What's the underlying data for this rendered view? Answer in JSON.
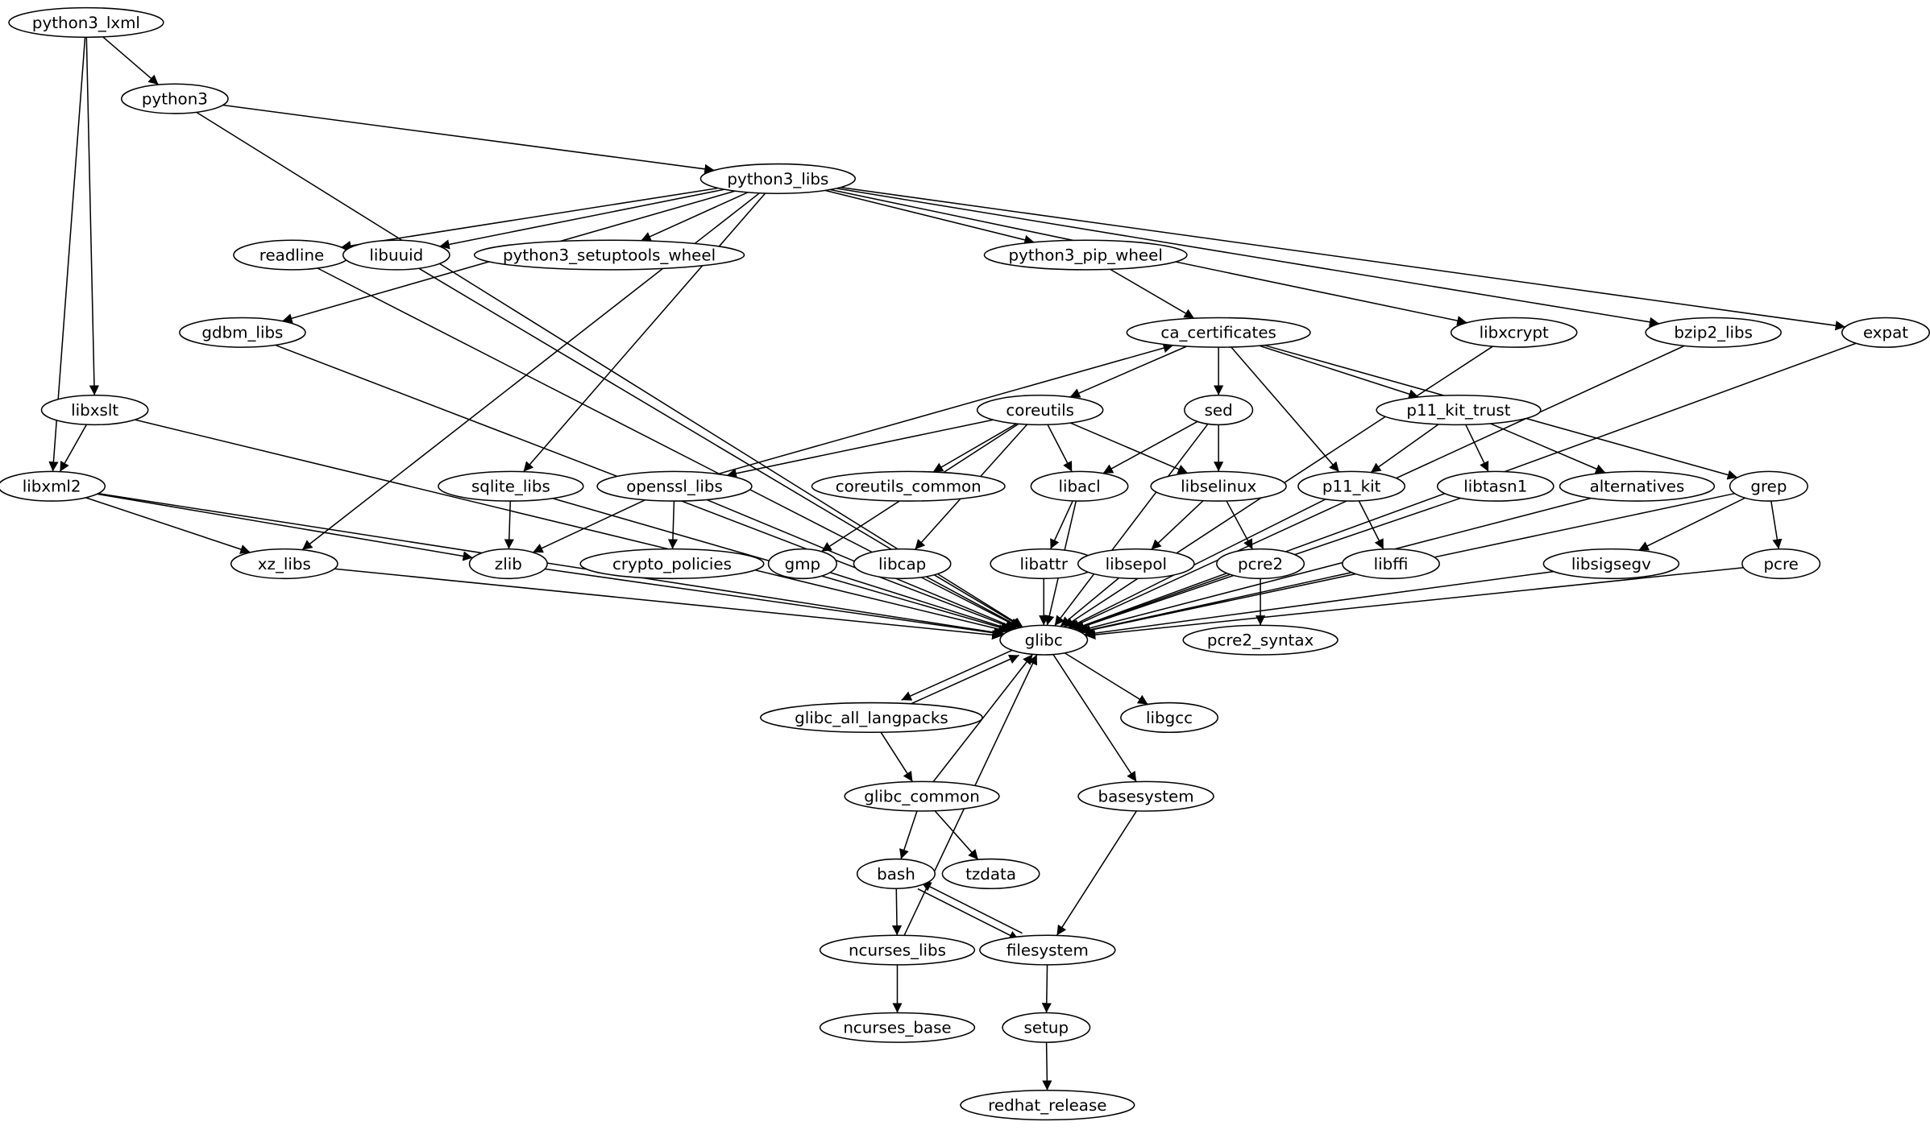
{
  "graph": {
    "nodes": [
      "python3_lxml",
      "python3",
      "python3_libs",
      "readline",
      "libuuid",
      "python3_setuptools_wheel",
      "python3_pip_wheel",
      "gdbm_libs",
      "ca_certificates",
      "libxcrypt",
      "bzip2_libs",
      "expat",
      "libxslt",
      "coreutils",
      "sed",
      "p11_kit_trust",
      "libxml2",
      "sqlite_libs",
      "openssl_libs",
      "coreutils_common",
      "libacl",
      "libselinux",
      "p11_kit",
      "libtasn1",
      "alternatives",
      "grep",
      "xz_libs",
      "zlib",
      "crypto_policies",
      "gmp",
      "libcap",
      "libattr",
      "libsepol",
      "pcre2",
      "libffi",
      "libsigsegv",
      "pcre",
      "glibc",
      "pcre2_syntax",
      "glibc_all_langpacks",
      "libgcc",
      "glibc_common",
      "basesystem",
      "bash",
      "tzdata",
      "ncurses_libs",
      "filesystem",
      "ncurses_base",
      "setup",
      "redhat_release"
    ],
    "edges": [
      [
        "python3_lxml",
        "python3"
      ],
      [
        "python3_lxml",
        "libxml2"
      ],
      [
        "python3_lxml",
        "libxslt"
      ],
      [
        "python3",
        "python3_libs"
      ],
      [
        "python3",
        "glibc"
      ],
      [
        "python3_libs",
        "readline"
      ],
      [
        "python3_libs",
        "libuuid"
      ],
      [
        "python3_libs",
        "python3_setuptools_wheel"
      ],
      [
        "python3_libs",
        "python3_pip_wheel"
      ],
      [
        "python3_libs",
        "gdbm_libs"
      ],
      [
        "python3_libs",
        "libxcrypt"
      ],
      [
        "python3_libs",
        "bzip2_libs"
      ],
      [
        "python3_libs",
        "expat"
      ],
      [
        "python3_libs",
        "xz_libs"
      ],
      [
        "python3_libs",
        "sqlite_libs"
      ],
      [
        "readline",
        "glibc"
      ],
      [
        "libuuid",
        "glibc"
      ],
      [
        "gdbm_libs",
        "glibc"
      ],
      [
        "python3_pip_wheel",
        "ca_certificates"
      ],
      [
        "ca_certificates",
        "coreutils"
      ],
      [
        "ca_certificates",
        "sed"
      ],
      [
        "ca_certificates",
        "p11_kit_trust"
      ],
      [
        "ca_certificates",
        "p11_kit"
      ],
      [
        "ca_certificates",
        "grep"
      ],
      [
        "libxcrypt",
        "glibc"
      ],
      [
        "bzip2_libs",
        "glibc"
      ],
      [
        "expat",
        "glibc"
      ],
      [
        "libxslt",
        "libxml2"
      ],
      [
        "libxslt",
        "glibc"
      ],
      [
        "coreutils",
        "openssl_libs"
      ],
      [
        "coreutils",
        "coreutils_common"
      ],
      [
        "coreutils",
        "libacl"
      ],
      [
        "coreutils",
        "libselinux"
      ],
      [
        "coreutils",
        "gmp"
      ],
      [
        "coreutils",
        "libcap"
      ],
      [
        "sed",
        "libacl"
      ],
      [
        "sed",
        "libselinux"
      ],
      [
        "sed",
        "glibc"
      ],
      [
        "p11_kit_trust",
        "p11_kit"
      ],
      [
        "p11_kit_trust",
        "libtasn1"
      ],
      [
        "p11_kit_trust",
        "alternatives"
      ],
      [
        "libxml2",
        "xz_libs"
      ],
      [
        "libxml2",
        "zlib"
      ],
      [
        "libxml2",
        "glibc"
      ],
      [
        "sqlite_libs",
        "zlib"
      ],
      [
        "sqlite_libs",
        "glibc"
      ],
      [
        "openssl_libs",
        "ca_certificates"
      ],
      [
        "openssl_libs",
        "zlib"
      ],
      [
        "openssl_libs",
        "crypto_policies"
      ],
      [
        "openssl_libs",
        "glibc"
      ],
      [
        "libacl",
        "libattr"
      ],
      [
        "libacl",
        "glibc"
      ],
      [
        "libselinux",
        "libsepol"
      ],
      [
        "libselinux",
        "pcre2"
      ],
      [
        "p11_kit",
        "libffi"
      ],
      [
        "p11_kit",
        "glibc"
      ],
      [
        "libtasn1",
        "glibc"
      ],
      [
        "alternatives",
        "glibc"
      ],
      [
        "grep",
        "libsigsegv"
      ],
      [
        "grep",
        "pcre"
      ],
      [
        "grep",
        "glibc"
      ],
      [
        "xz_libs",
        "glibc"
      ],
      [
        "zlib",
        "glibc"
      ],
      [
        "gmp",
        "glibc"
      ],
      [
        "libcap",
        "glibc"
      ],
      [
        "libattr",
        "glibc"
      ],
      [
        "libsepol",
        "glibc"
      ],
      [
        "pcre2",
        "glibc"
      ],
      [
        "pcre2",
        "pcre2_syntax"
      ],
      [
        "libffi",
        "glibc"
      ],
      [
        "libsigsegv",
        "glibc"
      ],
      [
        "pcre",
        "glibc"
      ],
      [
        "glibc",
        "glibc_all_langpacks"
      ],
      [
        "glibc",
        "libgcc"
      ],
      [
        "glibc",
        "basesystem"
      ],
      [
        "glibc_all_langpacks",
        "glibc"
      ],
      [
        "glibc_all_langpacks",
        "glibc_common"
      ],
      [
        "glibc_common",
        "glibc"
      ],
      [
        "glibc_common",
        "bash"
      ],
      [
        "glibc_common",
        "tzdata"
      ],
      [
        "basesystem",
        "filesystem"
      ],
      [
        "bash",
        "ncurses_libs"
      ],
      [
        "bash",
        "filesystem"
      ],
      [
        "filesystem",
        "bash"
      ],
      [
        "filesystem",
        "setup"
      ],
      [
        "ncurses_libs",
        "glibc"
      ],
      [
        "ncurses_libs",
        "ncurses_base"
      ],
      [
        "setup",
        "redhat_release"
      ]
    ]
  }
}
